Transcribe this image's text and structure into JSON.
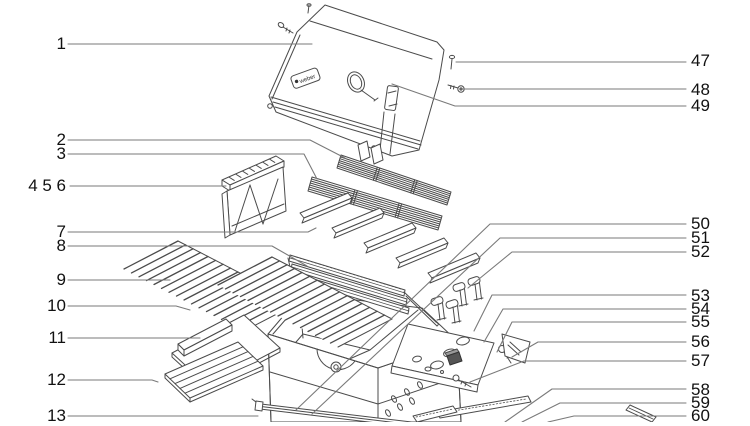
{
  "page": {
    "background": "#ffffff"
  },
  "diagram": {
    "type": "exploded-parts-diagram",
    "logo_text": "weber",
    "colors": {
      "line": "#4b4b4b",
      "leader": "#7a7a7a",
      "label": "#111111"
    },
    "left_labels": [
      {
        "text": "1"
      },
      {
        "text": "2"
      },
      {
        "text": "3"
      },
      {
        "text": "4 5 6"
      },
      {
        "text": "7"
      },
      {
        "text": "8"
      },
      {
        "text": "9"
      },
      {
        "text": "10"
      },
      {
        "text": "11"
      },
      {
        "text": "12"
      },
      {
        "text": "13"
      }
    ],
    "right_labels": [
      {
        "text": "47"
      },
      {
        "text": "48"
      },
      {
        "text": "49"
      },
      {
        "text": "50"
      },
      {
        "text": "51"
      },
      {
        "text": "52"
      },
      {
        "text": "53"
      },
      {
        "text": "54"
      },
      {
        "text": "55"
      },
      {
        "text": "56"
      },
      {
        "text": "57"
      },
      {
        "text": "58"
      },
      {
        "text": "59"
      },
      {
        "text": "60"
      }
    ]
  }
}
